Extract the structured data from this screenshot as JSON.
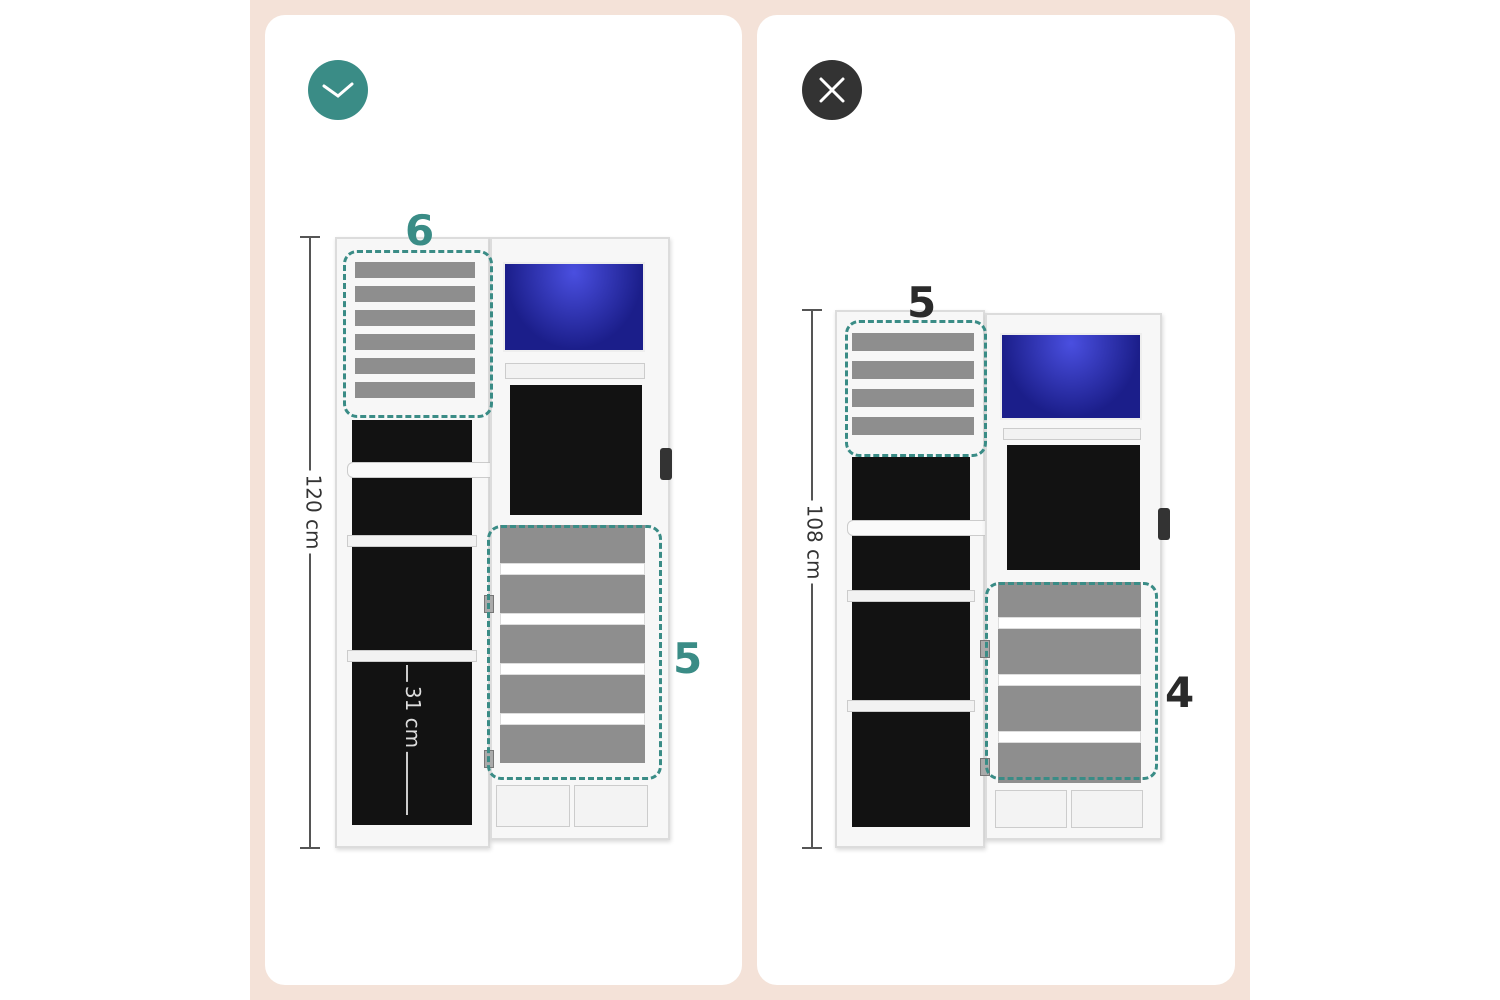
{
  "left": {
    "icon": "check-icon",
    "badge_color": "#3a8c86",
    "height_label": "120 cm",
    "door_gap_label": "31 cm",
    "top_count": "6",
    "bottom_count": "5"
  },
  "right": {
    "icon": "close-icon",
    "badge_color": "#333333",
    "height_label": "108 cm",
    "top_count": "5",
    "bottom_count": "4"
  },
  "colors": {
    "accent": "#3a8c86",
    "background": "#f4e2d8"
  }
}
